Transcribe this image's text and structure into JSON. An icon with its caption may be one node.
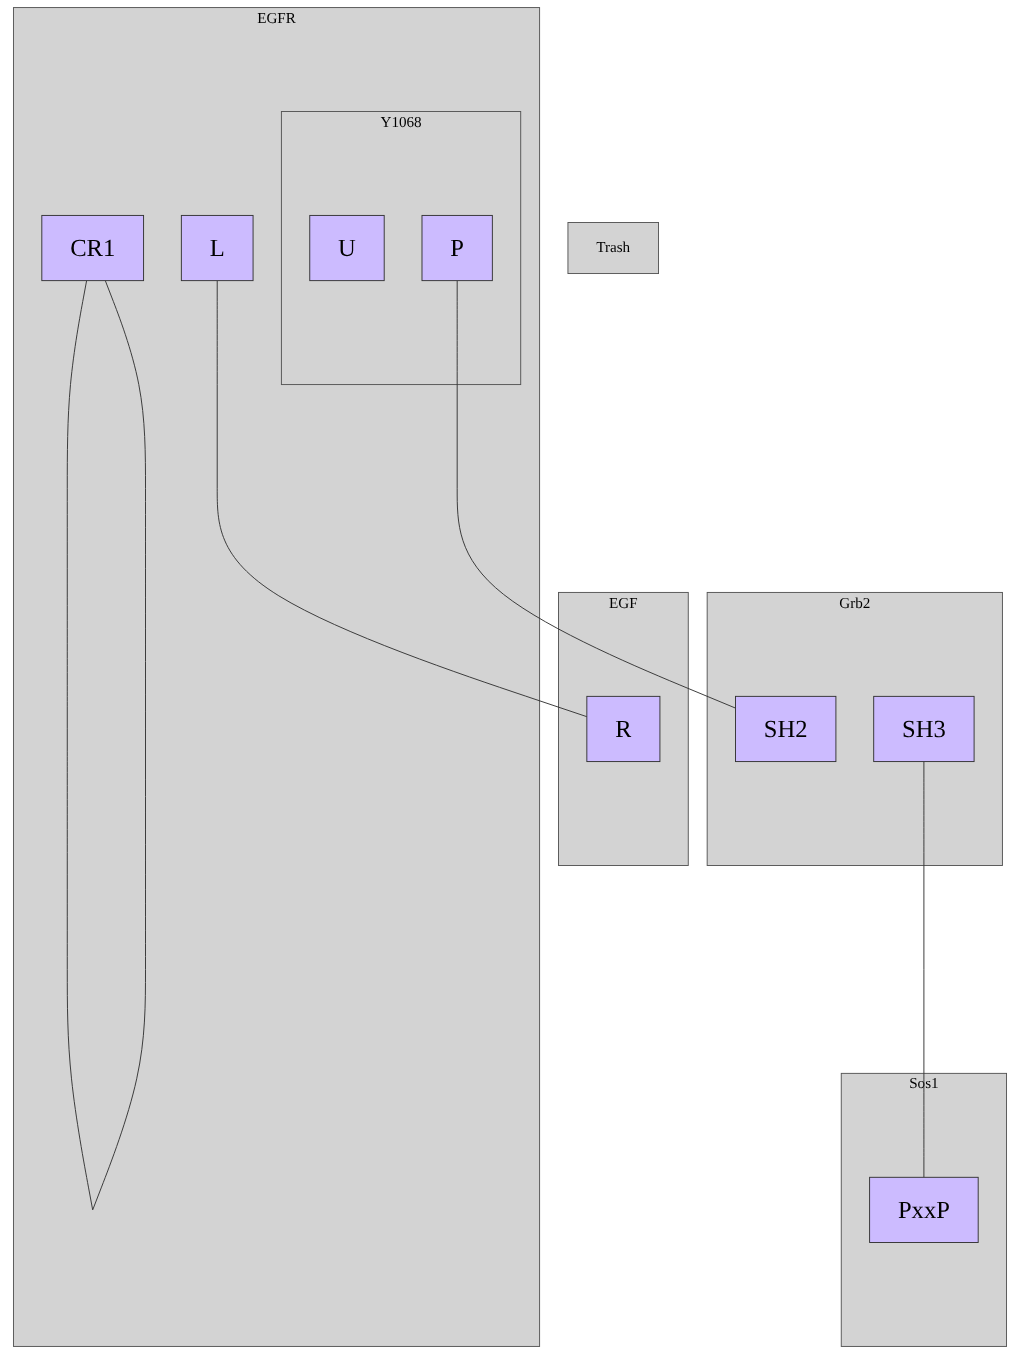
{
  "diagram": {
    "nodes": [
      {
        "text": [
          "EGFR"
        ]
      },
      {
        "text": [
          "L"
        ],
        "in": 0
      },
      {
        "text": [
          "CR1"
        ],
        "in": 0
      },
      {
        "text": [
          "Y1068"
        ],
        "in": 0
      },
      {
        "text": [
          "U"
        ],
        "in": 3
      },
      {
        "text": [
          "P"
        ],
        "in": 3
      },
      {
        "text": [
          "Trash"
        ]
      },
      {
        "text": [
          "EGF"
        ]
      },
      {
        "text": [
          "R"
        ],
        "in": 7
      },
      {
        "text": [
          "Grb2"
        ]
      },
      {
        "text": [
          "SH3"
        ],
        "in": 9
      },
      {
        "text": [
          "SH2"
        ],
        "in": 9
      },
      {
        "text": [
          "Sos1"
        ]
      },
      {
        "text": [
          "PxxP"
        ],
        "in": 12
      }
    ],
    "edges": [
      {
        "from": 2,
        "to": 2,
        "arrow": "none"
      },
      {
        "from": 1,
        "to": 8,
        "arrow": "none"
      },
      {
        "from": 5,
        "to": 11,
        "arrow": "none"
      },
      {
        "from": 10,
        "to": 13,
        "arrow": "none"
      }
    ]
  }
}
